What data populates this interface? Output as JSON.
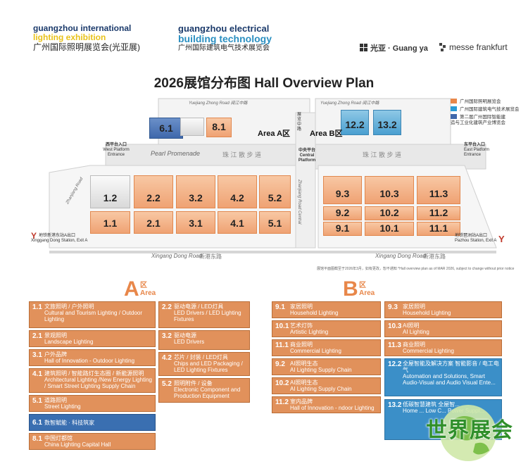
{
  "header": {
    "gie": {
      "line1": "guangzhou international",
      "line2": "lighting exhibition",
      "line3": "广州国际照明展览会(光亚展)"
    },
    "gebt": {
      "line1": "guangzhou electrical",
      "line2": "building technology",
      "line3": "广州国际建筑电气技术展览会"
    },
    "partner_guangya": "光亚 · Guang ya",
    "partner_mf": "messe frankfurt"
  },
  "title": "2026展馆分布图 Hall Overview Plan",
  "legend": [
    {
      "label": "广州国际照明展览会",
      "color": "#e8874a"
    },
    {
      "label": "广州国际建筑电气技术展览会",
      "color": "#2a9bd6"
    },
    {
      "label": "第二届广州国际智能建造与工业化建筑产业博览会",
      "color": "#3f68ab"
    }
  ],
  "map": {
    "halls_a": [
      "1.2",
      "2.2",
      "3.2",
      "4.2",
      "5.2",
      "1.1",
      "2.1",
      "3.1",
      "4.1",
      "5.1",
      "6.1",
      "8.1"
    ],
    "halls_b": [
      "9.3",
      "10.3",
      "11.3",
      "9.2",
      "10.2",
      "11.2",
      "9.1",
      "10.1",
      "11.1",
      "12.2",
      "13.2"
    ],
    "area_a_label": "Area A区",
    "area_b_label": "Area B区",
    "pearl_promenade": "Pearl Promenade",
    "pearl_promenade_zh": "珠 江 散 步 道",
    "pearl_promenade_zh_b": "珠 江 散 步 道",
    "central_platform": "中央平台",
    "central_platform_en": "Central Platform",
    "west_entrance_zh": "西平台入口",
    "west_entrance_en": "West Platform Entrance",
    "east_entrance_zh": "东平台入口",
    "east_entrance_en": "East Platform Entrance",
    "xingang_dong_road": "Xingang Dong Road",
    "xingang_dong_road_zh": "新港东路",
    "xingang_dong_road_b": "Xingang Dong Road",
    "xingang_dong_road_zh_b": "新港东路",
    "zhanjiang_road": "Zhanjiang Road",
    "zhanjiang_road_central": "Zhanjiang Road Central",
    "zhanjiang_zh": "展览中路",
    "station_west_zh": "地铁新港东站A出口",
    "station_west_en": "Xinggang Dong Station, Exit A",
    "station_east_zh": "地铁琶洲站A出口",
    "station_east_en": "Pazhou Station, Exit A",
    "yuejiang_road": "Yuejiang Zhong Road 阅江中路",
    "yuejiang_road_b": "Yuejiang Zhong Road 阅江中路",
    "note": "展馆平面图截至于2026年3月，如有更改，恕不通知  *Hall overview plan as of MAR 2026, subject to change without prior notice"
  },
  "area_a": {
    "letter": "A",
    "sub_zh": "区",
    "sub_en": "Area",
    "zones_left": [
      {
        "code": "1.1",
        "zh": "文旅照明 / 户外照明",
        "en": "Cultural and Tourism Lighting / Outdoor Lighting"
      },
      {
        "code": "2.1",
        "zh": "景观照明",
        "en": "Landscape Lighting"
      },
      {
        "code": "3.1",
        "zh": "户外品牌",
        "en": "Hall of Innovation - Outdoor Lighting"
      },
      {
        "code": "4.1",
        "zh": "建筑照明 / 智能路灯生态圈 / 新能源照明",
        "en": "Architectural Lighting /New Energy Lighting / Smart Street Lighting Supply Chain"
      },
      {
        "code": "5.1",
        "zh": "道路照明",
        "en": "Street Lighting"
      },
      {
        "code": "6.1",
        "zh": "数智賦能 · 科技筑家",
        "en": ""
      },
      {
        "code": "8.1",
        "zh": "中国灯都馆",
        "en": "China Lighting Capital Hall"
      }
    ],
    "zones_right": [
      {
        "code": "2.2",
        "zh": "驱动电源 / LED灯具",
        "en": "LED Drivers / LED Lighting Fixtures"
      },
      {
        "code": "3.2",
        "zh": "驱动电源",
        "en": "LED Drivers"
      },
      {
        "code": "4.2",
        "zh": "芯片 / 封装 / LED灯具",
        "en": "Chips and LED Packaging / LED Lighting Fixtures"
      },
      {
        "code": "5.2",
        "zh": "照明附件 / 设备",
        "en": "Electronic Component and Production Equipment"
      }
    ]
  },
  "area_b": {
    "letter": "B",
    "sub_zh": "区",
    "sub_en": "Area",
    "zones_left": [
      {
        "code": "9.1",
        "zh": "家居照明",
        "en": "Household Lighting"
      },
      {
        "code": "10.1",
        "zh": "艺术灯饰",
        "en": "Artistic Lighting"
      },
      {
        "code": "11.1",
        "zh": "商业照明",
        "en": "Commercial Lighting"
      },
      {
        "code": "9.2",
        "zh": "AI照明生态",
        "en": "AI Lighting Supply Chain"
      },
      {
        "code": "10.2",
        "zh": "AI照明生态",
        "en": "AI Lighting Supply Chain"
      },
      {
        "code": "11.2",
        "zh": "室内品牌",
        "en": "Hall of Innovation - ndoor Lighting"
      }
    ],
    "zones_right": [
      {
        "code": "9.3",
        "zh": "家居照明",
        "en": "Household Lighting"
      },
      {
        "code": "10.3",
        "zh": "AI照明",
        "en": "AI Lighting"
      },
      {
        "code": "11.3",
        "zh": "商业照明",
        "en": "Commercial Lighting"
      },
      {
        "code": "12.2",
        "zh": "全屋智能及解决方案 智能影音 / 电工电气",
        "en": "Automation and Solutions, Smart Audio-Visual and Audio Visual Ente..."
      },
      {
        "code": "13.2",
        "zh": "低碳智慧建筑 全屋智...",
        "en": "Home ... Low C... Power Suppl..."
      }
    ]
  },
  "watermark_text": "世界展会"
}
